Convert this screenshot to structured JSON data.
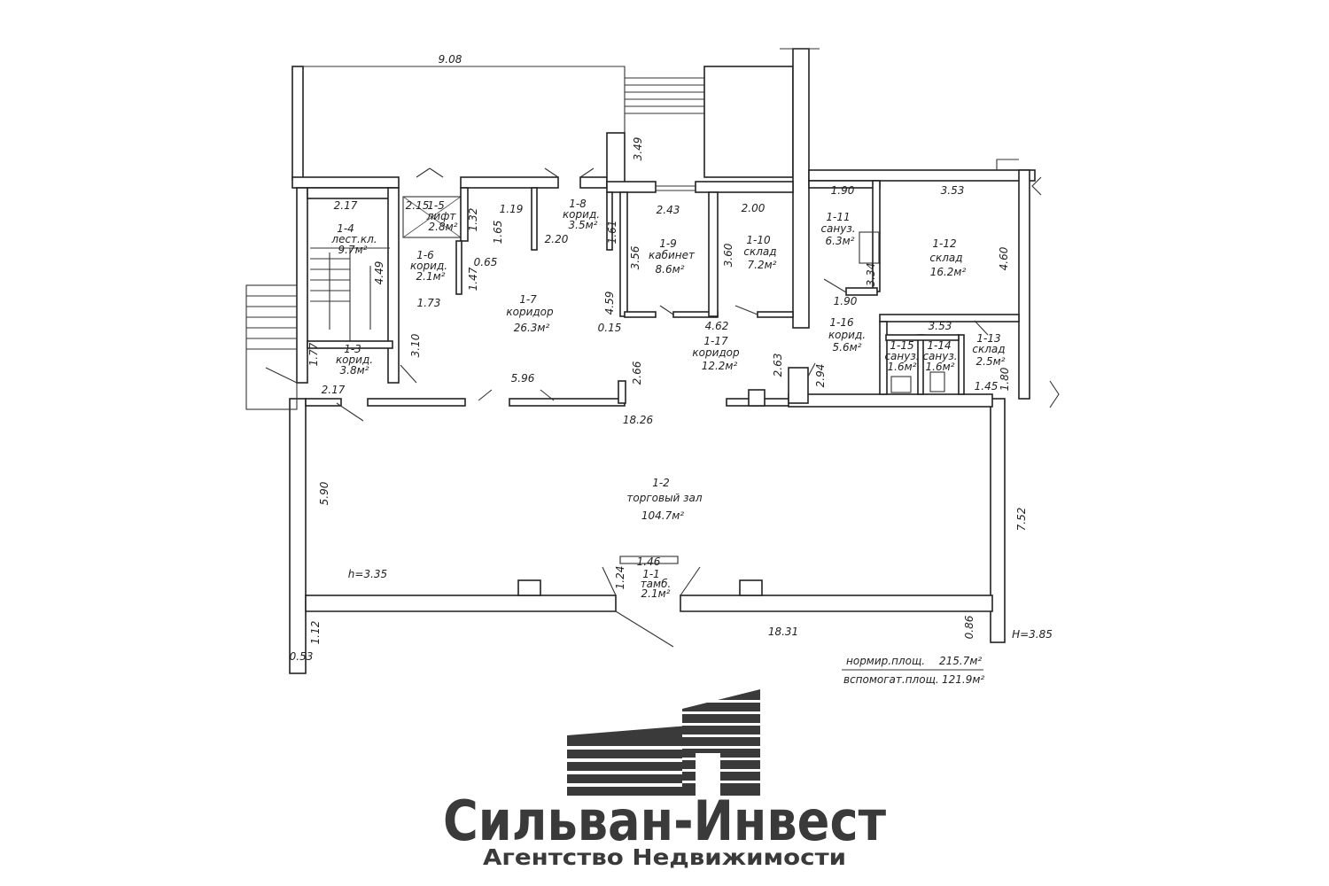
{
  "rooms": [
    {
      "id": "1-1",
      "name": "тамб.",
      "area": "2.1м²"
    },
    {
      "id": "1-2",
      "name": "торговый зал",
      "area": "104.7м²"
    },
    {
      "id": "1-3",
      "name": "корид.",
      "area": "3.8м²"
    },
    {
      "id": "1-4",
      "name": "лест.кл.",
      "area": "9.7м²"
    },
    {
      "id": "1-5",
      "name": "лифт",
      "area": "2.8м²"
    },
    {
      "id": "1-6",
      "name": "корид.",
      "area": "2.1м²"
    },
    {
      "id": "1-7",
      "name": "коридор",
      "area": "26.3м²"
    },
    {
      "id": "1-8",
      "name": "корид.",
      "area": "3.5м²"
    },
    {
      "id": "1-9",
      "name": "кабинет",
      "area": "8.6м²"
    },
    {
      "id": "1-10",
      "name": "склад",
      "area": "7.2м²"
    },
    {
      "id": "1-11",
      "name": "сануз.",
      "area": "6.3м²"
    },
    {
      "id": "1-12",
      "name": "склад",
      "area": "16.2м²"
    },
    {
      "id": "1-13",
      "name": "склад",
      "area": "2.5м²"
    },
    {
      "id": "1-14",
      "name": "сануз.",
      "area": "1.6м²"
    },
    {
      "id": "1-15",
      "name": "сануз.",
      "area": "1.6м²"
    },
    {
      "id": "1-16",
      "name": "корид.",
      "area": "5.6м²"
    },
    {
      "id": "1-17",
      "name": "коридор",
      "area": "12.2м²"
    }
  ],
  "dimensions": [
    "9.08",
    "3.49",
    "2.17",
    "2.15",
    "1.32",
    "1.19",
    "1.65",
    "4.49",
    "1.47",
    "0.65",
    "1.73",
    "1.77",
    "2.17",
    "3.10",
    "2.20",
    "1.61",
    "2.43",
    "3.56",
    "4.59",
    "0.15",
    "2.00",
    "3.60",
    "4.62",
    "2.63",
    "1.90",
    "3.53",
    "3.34",
    "4.60",
    "1.90",
    "3.53",
    "2.94",
    "1.45",
    "1.80",
    "5.96",
    "2.66",
    "18.26",
    "5.90",
    "7.52",
    "1.46",
    "1.24",
    "1.12",
    "0.53",
    "18.31",
    "0.86"
  ],
  "heights": {
    "left": "h=3.35",
    "right": "H=3.85"
  },
  "areas": {
    "normalized_label": "нормир.площ.",
    "normalized_value": "215.7м²",
    "auxiliary_label": "вспомогат.площ.",
    "auxiliary_value": "121.9м²"
  },
  "brand": {
    "name": "Сильван-Инвест",
    "tagline": "Агентство Недвижимости"
  },
  "colors": {
    "line": "#222222",
    "brand": "#3a3a3a"
  }
}
